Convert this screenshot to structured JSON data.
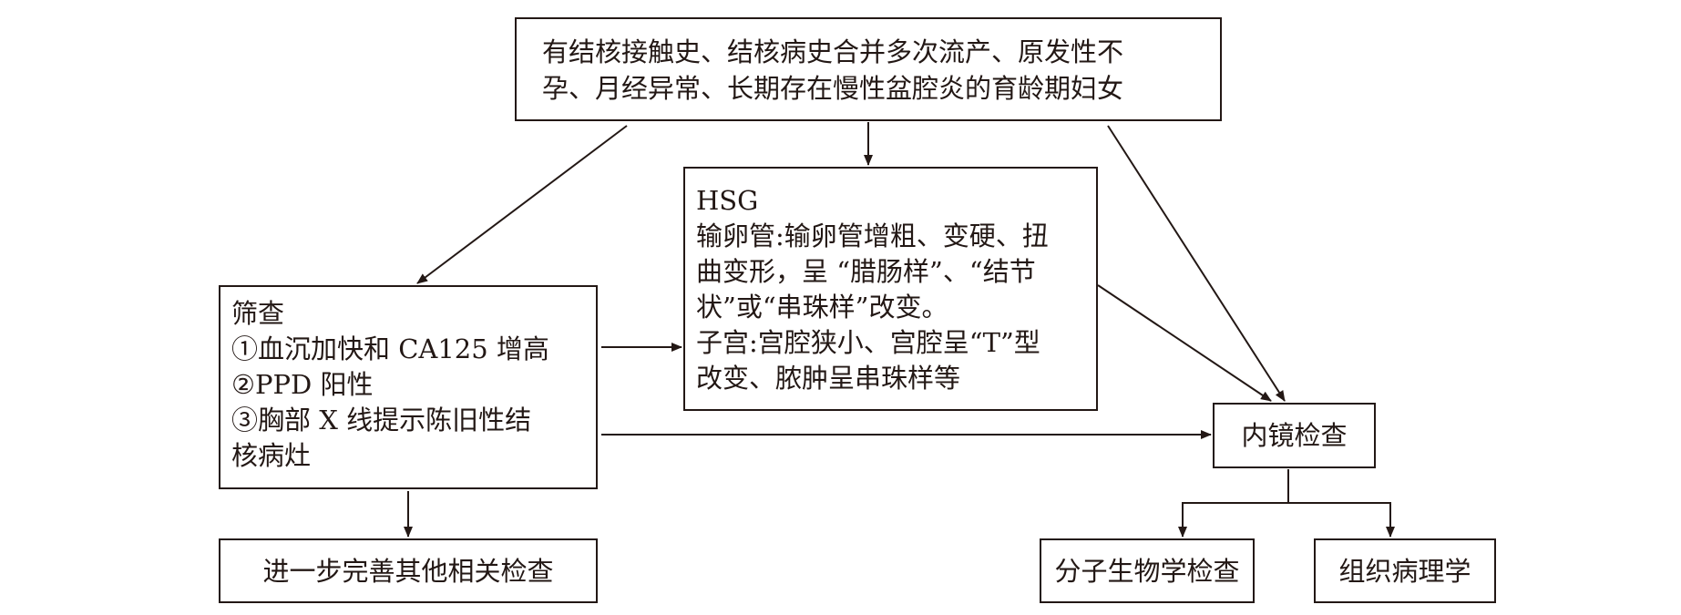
{
  "boxes": {
    "target_population": {
      "lines": [
        "有结核接触史、结核病史合并多次流产、原发性不",
        "孕、月经异常、长期存在慢性盆腔炎的育龄期妇女"
      ]
    },
    "hsg": {
      "lines": [
        "HSG",
        "输卵管:输卵管增粗、变硬、扭",
        "曲变形，呈 “腊肠样”、“结节",
        "状”或“串珠样”改变。",
        "子宫:宫腔狭小、宫腔呈“T”型",
        "改变、脓肿呈串珠样等"
      ]
    },
    "screening": {
      "lines": [
        "筛查",
        "①血沉加快和 CA125 增高",
        "②PPD 阳性",
        "③胸部 X 线提示陈旧性结",
        "核病灶"
      ]
    },
    "further_exam": {
      "lines": [
        "进一步完善其他相关检查"
      ]
    },
    "endoscopy": {
      "lines": [
        "内镜检查"
      ]
    },
    "molecular_biology": {
      "lines": [
        "分子生物学检查"
      ]
    },
    "histopathology": {
      "lines": [
        "组织病理学"
      ]
    }
  },
  "colors": {
    "stroke": "#231815",
    "text": "#231815",
    "background": "#ffffff"
  }
}
